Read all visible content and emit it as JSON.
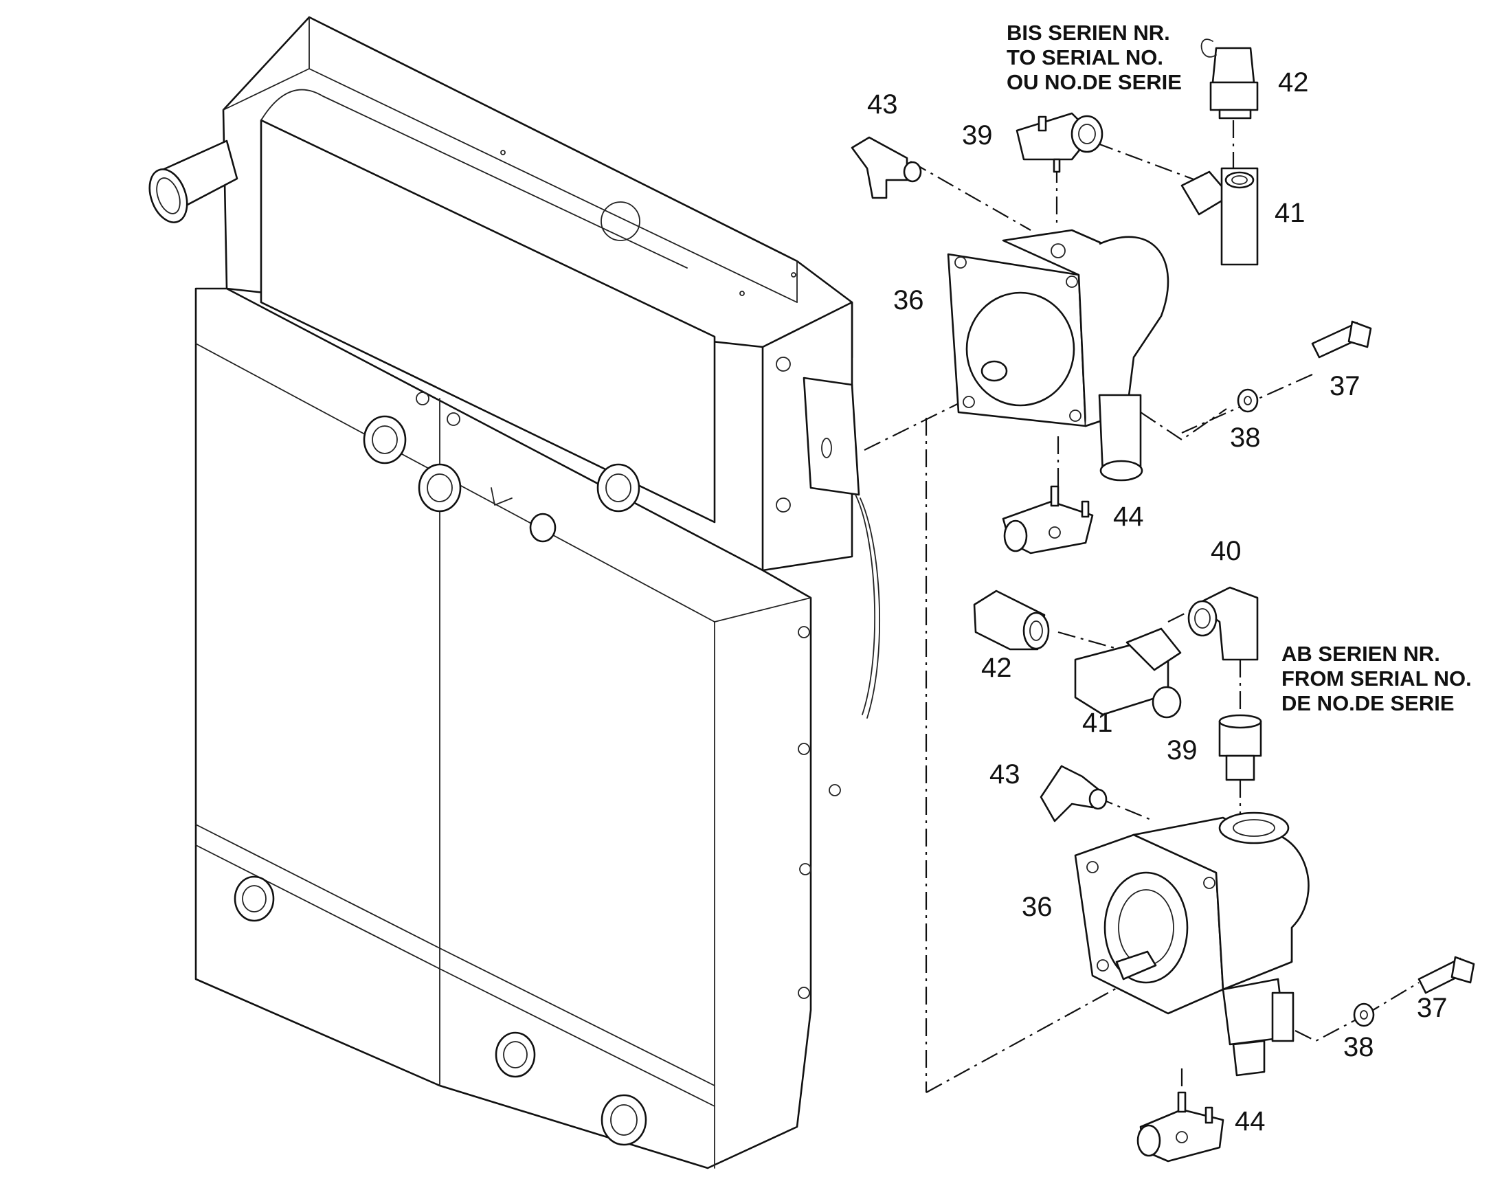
{
  "notes": {
    "upper": [
      "BIS SERIEN NR.",
      "TO SERIAL NO.",
      "OU NO.DE SERIE"
    ],
    "lower": [
      "AB SERIEN NR.",
      "FROM SERIAL NO.",
      "DE NO.DE SERIE"
    ]
  },
  "callouts": {
    "upper": {
      "p42": "42",
      "p43": "43",
      "p39": "39",
      "p41": "41",
      "p36": "36",
      "p37": "37",
      "p38": "38",
      "p44": "44"
    },
    "lower": {
      "p40": "40",
      "p42": "42",
      "p41": "41",
      "p39": "39",
      "p43": "43",
      "p36": "36",
      "p37": "37",
      "p38": "38",
      "p44": "44"
    }
  }
}
